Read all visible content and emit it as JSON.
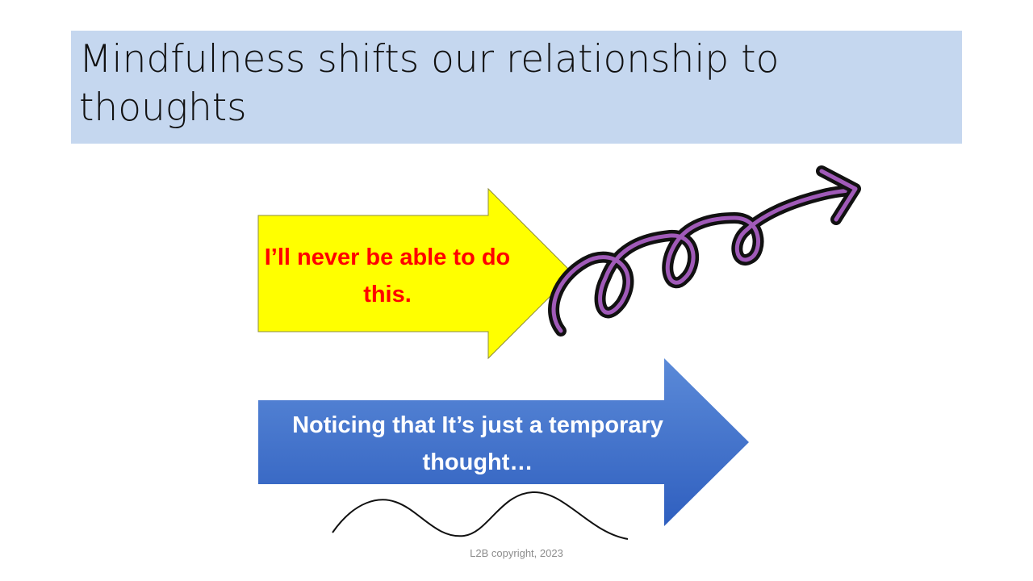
{
  "slide": {
    "title": "Mindfulness shifts our relationship to thoughts",
    "yellow_arrow_text": "I’ll never be able to do this.",
    "blue_arrow_text": "Noticing that It’s just a temporary thought…",
    "footer": "L2B copyright, 2023"
  },
  "colors": {
    "title_background": "#c5d7ef",
    "yellow_arrow_fill": "#ffff00",
    "yellow_arrow_text": "#ff0000",
    "blue_arrow_fill": "#3f6fcc",
    "spiral_outline": "#111111",
    "spiral_inner": "#a05ab8"
  },
  "icons": {
    "spiral": "spiral-arrow-icon",
    "wave": "wave-line-icon"
  }
}
